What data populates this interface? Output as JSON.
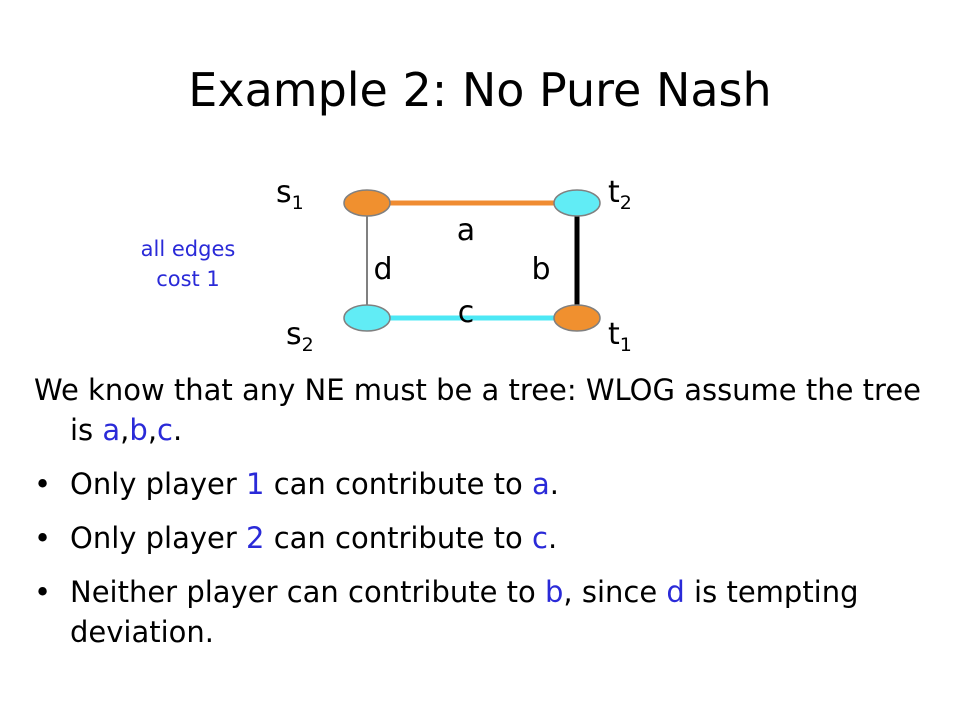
{
  "title": "Example 2: No Pure Nash",
  "colors": {
    "orange": "#f08c32",
    "cyan": "#4de8f5",
    "node_orange": "#f0902f",
    "node_cyan": "#61ecf5",
    "edge_gray": "#808080",
    "edge_black": "#000000",
    "highlight_blue": "#2a2ad8"
  },
  "diagram": {
    "nodes": {
      "s1": {
        "base": "s",
        "sub": "1",
        "color": "orange"
      },
      "t2": {
        "base": "t",
        "sub": "2",
        "color": "cyan"
      },
      "s2": {
        "base": "s",
        "sub": "2",
        "color": "cyan"
      },
      "t1": {
        "base": "t",
        "sub": "1",
        "color": "orange"
      }
    },
    "edges": {
      "a": {
        "label": "a",
        "from": "s1",
        "to": "t2",
        "color": "orange"
      },
      "b": {
        "label": "b",
        "from": "t2",
        "to": "t1",
        "color": "black"
      },
      "c": {
        "label": "c",
        "from": "s2",
        "to": "t1",
        "color": "cyan"
      },
      "d": {
        "label": "d",
        "from": "s1",
        "to": "s2",
        "color": "gray"
      }
    },
    "note_line1": "all edges",
    "note_line2": "cost 1"
  },
  "text": {
    "intro_prefix": "We know that any NE must be a tree: WLOG assume the tree is ",
    "intro_a": "a",
    "intro_sep1": ",",
    "intro_b": "b",
    "intro_sep2": ",",
    "intro_c": "c",
    "intro_suffix": ".",
    "bullet_marker": "•",
    "bullet1_prefix": "Only player ",
    "bullet1_player": "1",
    "bullet1_mid": " can contribute to ",
    "bullet1_edge": "a",
    "bullet1_suffix": ".",
    "bullet2_prefix": "Only player ",
    "bullet2_player": "2",
    "bullet2_mid": " can contribute to ",
    "bullet2_edge": "c",
    "bullet2_suffix": ".",
    "bullet3_prefix": "Neither player can contribute to ",
    "bullet3_edge_b": "b",
    "bullet3_mid": ", since ",
    "bullet3_edge_d": "d",
    "bullet3_suffix": " is tempting deviation."
  }
}
